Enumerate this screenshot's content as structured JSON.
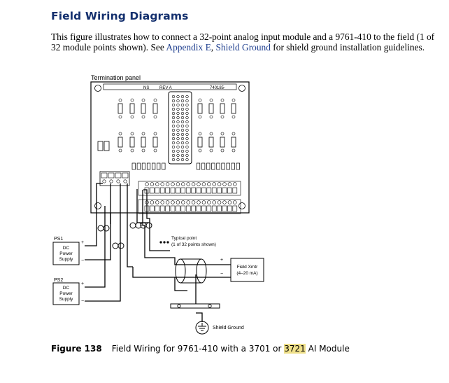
{
  "heading": "Field Wiring Diagrams",
  "intro": {
    "text_before": "This figure illustrates how to connect a 32-point analog input module and a 9761-410 to the field (1 of 32 module points shown). See ",
    "link1": "Appendix E",
    "comma": ", ",
    "link2": "Shield Ground",
    "text_after": " for shield ground installation guidelines."
  },
  "diagram": {
    "termination_panel_label": "Termination panel",
    "panel_part_label": "NS",
    "panel_rev_label": "REV A",
    "panel_number_label": "740185-",
    "ps1_label": "PS1",
    "ps2_label": "PS2",
    "dc_power_supply": [
      "DC",
      "Power",
      "Supply"
    ],
    "plus": "+",
    "minus": "−",
    "typical_point": [
      "Typical point",
      "(1 of 32 points shown)"
    ],
    "field_xmtr": [
      "Field Xmtr",
      "(4–20 mA)"
    ],
    "shield_ground": "Shield Ground"
  },
  "caption": {
    "figure_label": "Figure 138",
    "text_before": "Field Wiring for 9761-410 with a 3701 or ",
    "highlight": "3721",
    "text_after": " AI Module"
  }
}
